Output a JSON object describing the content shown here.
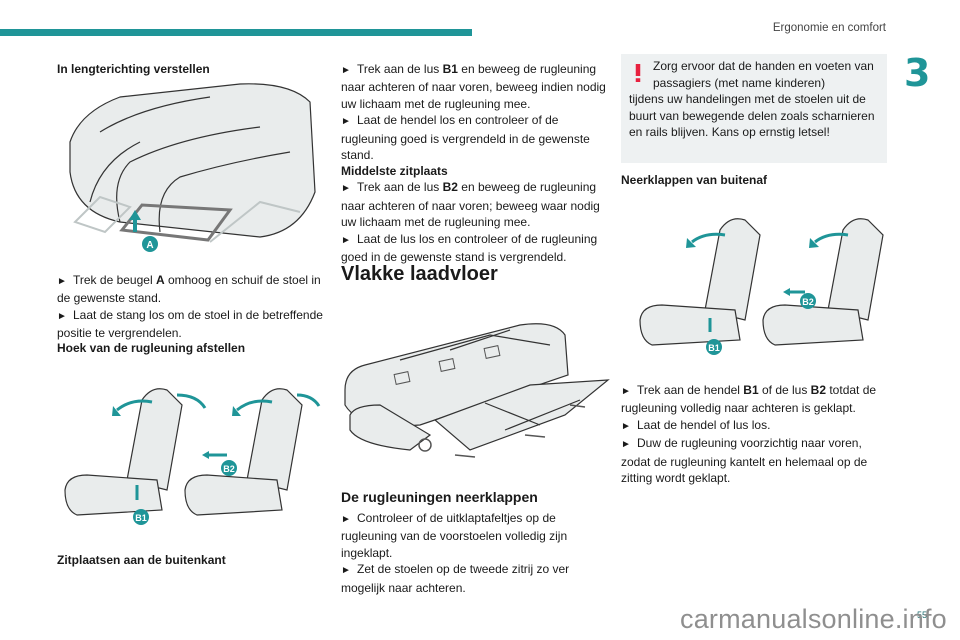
{
  "header": {
    "section_title": "Ergonomie en comfort",
    "chapter_number": "3",
    "accent_color": "#1f9598"
  },
  "col1": {
    "heading_longitudinal": "In lengterichting verstellen",
    "fig_longitudinal_label": "A",
    "steps_longitudinal": [
      {
        "pre": "Trek de beugel ",
        "bold": "A",
        "post": " omhoog en schuif de stoel in de gewenste stand."
      },
      {
        "pre": "Laat de stang los om de stoel in de betreffende positie te vergrendelen.",
        "bold": "",
        "post": ""
      }
    ],
    "heading_backrest": "Hoek van de rugleuning afstellen",
    "fig_backrest_labels": [
      "B1",
      "B2"
    ],
    "heading_outer": "Zitplaatsen aan de buitenkant"
  },
  "col2": {
    "steps_outer": [
      {
        "pre": "Trek aan de lus ",
        "bold": "B1",
        "post": " en beweeg de rugleuning naar achteren of naar voren, beweeg indien nodig uw lichaam met de rugleuning mee."
      },
      {
        "pre": "Laat de hendel los en controleer of de rugleuning goed is vergrendeld in de gewenste stand.",
        "bold": "",
        "post": ""
      }
    ],
    "heading_middle": "Middelste zitplaats",
    "steps_middle": [
      {
        "pre": "Trek aan de lus ",
        "bold": "B2",
        "post": " en beweeg de rugleuning naar achteren of naar voren; beweeg waar nodig uw lichaam met de rugleuning mee."
      },
      {
        "pre": "Laat de lus los en controleer of de rugleuning goed in de gewenste stand is vergrendeld.",
        "bold": "",
        "post": ""
      }
    ],
    "heading_flat_floor": "Vlakke laadvloer",
    "heading_fold": "De rugleuningen neerklappen",
    "steps_fold": [
      {
        "pre": "Controleer of de uitklaptafeltjes op de rugleuning van de voorstoelen volledig zijn ingeklapt.",
        "bold": "",
        "post": ""
      },
      {
        "pre": "Zet de stoelen op de tweede zitrij zo ver mogelijk naar achteren.",
        "bold": "",
        "post": ""
      }
    ]
  },
  "col3": {
    "warning": {
      "icon": "exclamation-icon",
      "color": "#e8213f",
      "text_first": "Zorg ervoor dat de handen en voeten van passagiers (met name kinderen)",
      "text_rest": "tijdens uw handelingen met de stoelen uit de buurt van bewegende delen zoals scharnieren en rails blijven. Kans op ernstig letsel!"
    },
    "heading_outside": "Neerklappen van buitenaf",
    "fig_outside_labels": [
      "B1",
      "B2"
    ],
    "steps_outside": [
      {
        "pre": "Trek aan de hendel ",
        "bold": "B1",
        "mid": " of de lus ",
        "bold2": "B2",
        "post": " totdat de rugleuning volledig naar achteren is geklapt."
      },
      {
        "pre": "Laat de hendel of lus los.",
        "bold": "",
        "mid": "",
        "bold2": "",
        "post": ""
      },
      {
        "pre": "Duw de rugleuning voorzichtig naar voren, zodat de rugleuning kantelt en helemaal op de zitting wordt geklapt.",
        "bold": "",
        "mid": "",
        "bold2": "",
        "post": ""
      }
    ]
  },
  "footer": {
    "watermark": "carmanualsonline.info",
    "page_number": "55"
  },
  "bullet_glyph": "►"
}
